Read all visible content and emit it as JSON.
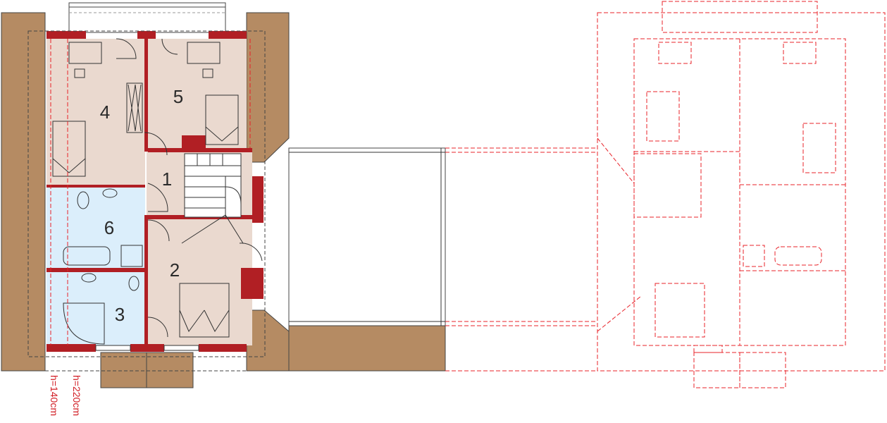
{
  "rooms": [
    {
      "number": "1"
    },
    {
      "number": "2"
    },
    {
      "number": "3"
    },
    {
      "number": "4"
    },
    {
      "number": "5"
    },
    {
      "number": "6"
    }
  ],
  "height_labels": [
    "h=220cm",
    "h=140cm"
  ],
  "colors": {
    "roof": "#b58b63",
    "bedroom_floor": "#ead9cf",
    "bathroom_floor": "#dbeefb",
    "wall": "#b11f24",
    "mirror_plan": "#e8232a"
  }
}
